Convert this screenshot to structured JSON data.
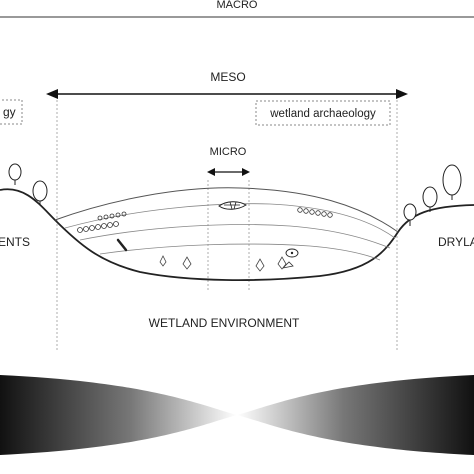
{
  "labels": {
    "macro": "MACRO",
    "meso": "MESO",
    "micro": "MICRO",
    "left_box": "gy",
    "wetland_archaeology": "wetland archaeology",
    "left_side": "ENTS",
    "right_side": "DRYLA",
    "environment": "WETLAND ENVIRONMENT"
  },
  "colors": {
    "ink": "#222222",
    "line": "#444444",
    "dashed": "#888888",
    "gradient_dark": "#111111",
    "gradient_light": "#ffffff"
  },
  "icons": [
    "tree-icon",
    "log-boat-icon",
    "footprint-icon",
    "pot-icon"
  ]
}
